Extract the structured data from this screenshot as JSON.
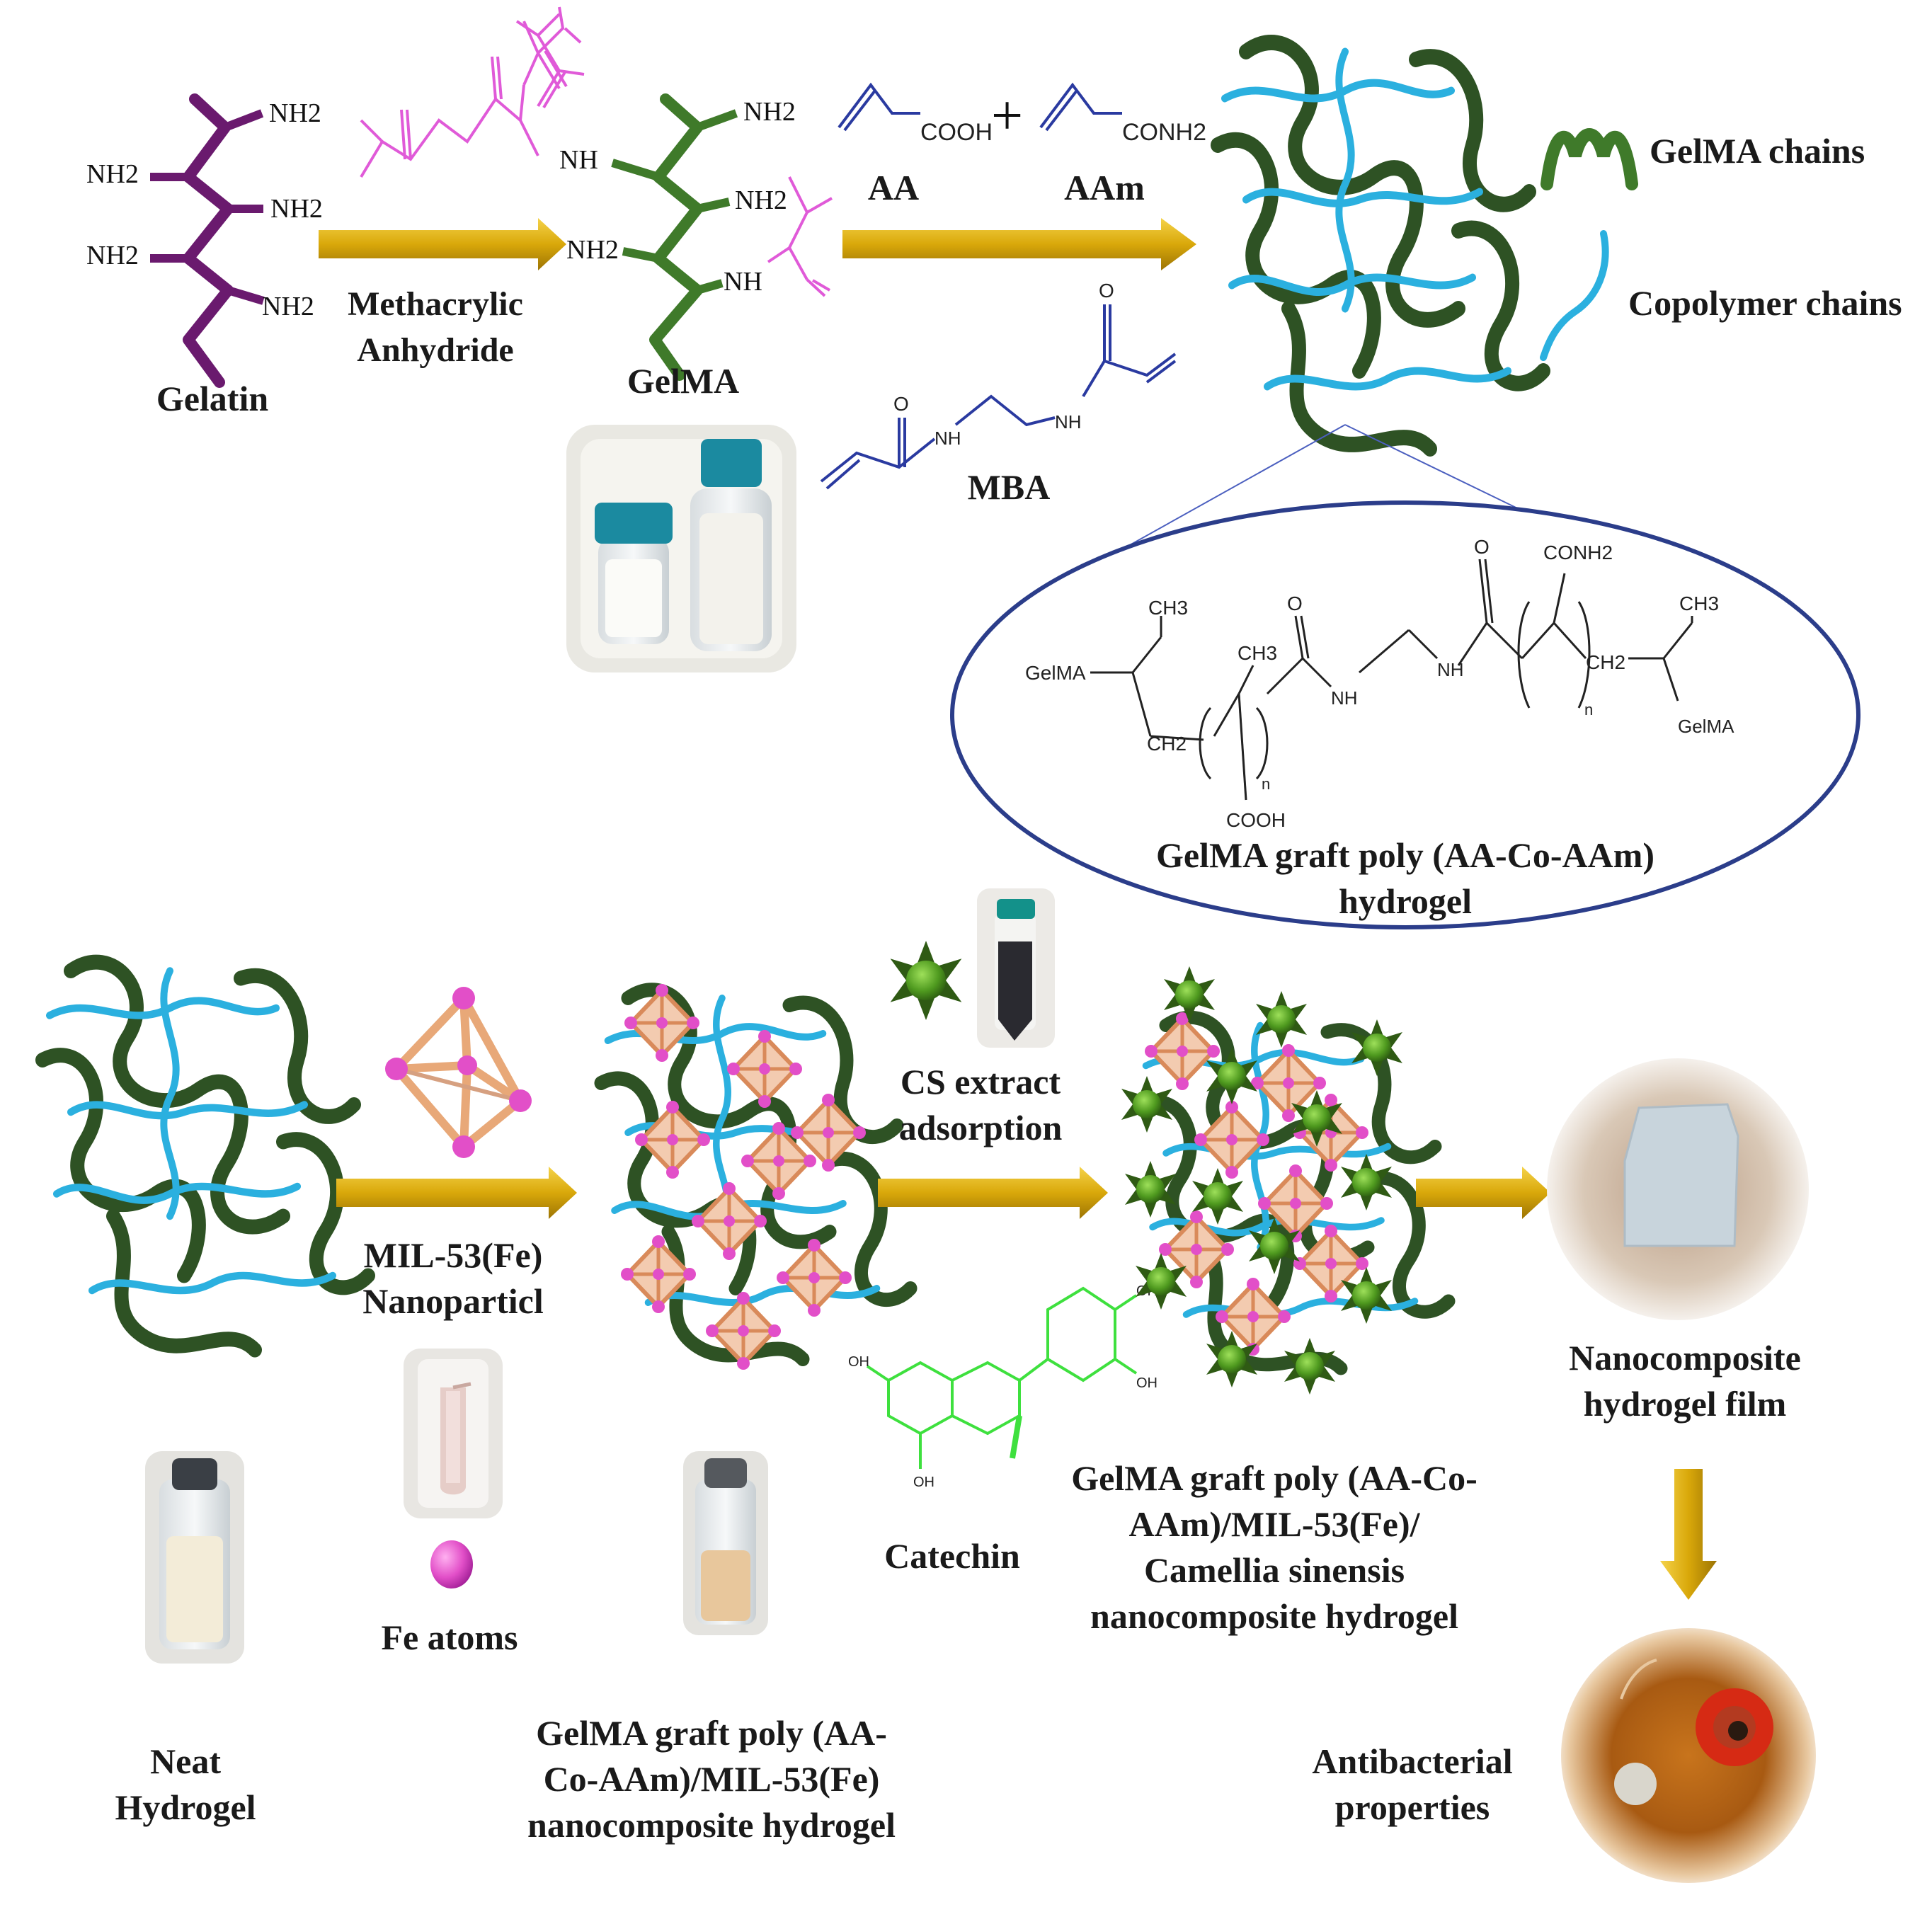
{
  "colors": {
    "gelatin": "#6a1a6e",
    "gelma": "#3f7a2a",
    "gelma_dark": "#2e5224",
    "copolymer": "#2bb0df",
    "arrow": "#d9a80a",
    "methacrylate": "#e05ad8",
    "monomer": "#2a3aa0",
    "catechin": "#3ee03e",
    "fe_atom": "#e24fc8",
    "mof_edge": "#e8a878",
    "cs_particle": "#3d7a1a",
    "ellipse": "#2b3d8a"
  },
  "top": {
    "gelatin": {
      "label": "Gelatin",
      "groups": [
        "NH2",
        "NH2",
        "NH2",
        "NH2",
        "NH2"
      ]
    },
    "step1": {
      "reagent_line1": "Methacrylic",
      "reagent_line2": "Anhydride"
    },
    "gelma": {
      "label": "GelMA",
      "groups": [
        "NH2",
        "NH",
        "NH2",
        "NH2",
        "NH"
      ]
    },
    "monomers": {
      "aa_group": "COOH",
      "aam_group": "CONH2",
      "plus": "+",
      "aa_label": "AA",
      "aam_label": "AAm",
      "mba_label": "MBA",
      "mba_nh": "NH",
      "mba_o": "O"
    },
    "legend": {
      "gelma_chains": "GelMA chains",
      "copolymer_chains": "Copolymer chains"
    },
    "inset": {
      "title_line1": "GelMA graft poly (AA-Co-AAm)",
      "title_line2": "hydrogel",
      "gelma_left": "GelMA",
      "gelma_right": "GelMA",
      "ch3_a": "CH3",
      "ch3_b": "CH3",
      "ch3_c": "CH3",
      "ch2_a": "CH2",
      "ch2_b": "CH2",
      "cooh": "COOH",
      "conh2": "CONH2",
      "nh_a": "NH",
      "nh_b": "NH",
      "o_a": "O",
      "o_b": "O",
      "n_a": "n",
      "n_b": "n"
    }
  },
  "bottom": {
    "neat_line1": "Neat",
    "neat_line2": "Hydrogel",
    "mil_line1": "MIL-53(Fe)",
    "mil_line2": "Nanoparticl",
    "fe_atoms": "Fe atoms",
    "cs_line1": "CS extract",
    "cs_line2": "adsorption",
    "catechin": "Catechin",
    "catechin_oh": "OH",
    "nc1_line1": "GelMA graft poly (AA-",
    "nc1_line2": "Co-AAm)/MIL-53(Fe)",
    "nc1_line3": "nanocomposite hydrogel",
    "nc2_line1": "GelMA graft poly (AA-Co-",
    "nc2_line2": "AAm)/MIL-53(Fe)/",
    "nc2_line3": "Camellia sinensis",
    "nc2_line4": "nanocomposite hydrogel",
    "film_line1": "Nanocomposite",
    "film_line2": "hydrogel film",
    "anti_line1": "Antibacterial",
    "anti_line2": "properties"
  }
}
